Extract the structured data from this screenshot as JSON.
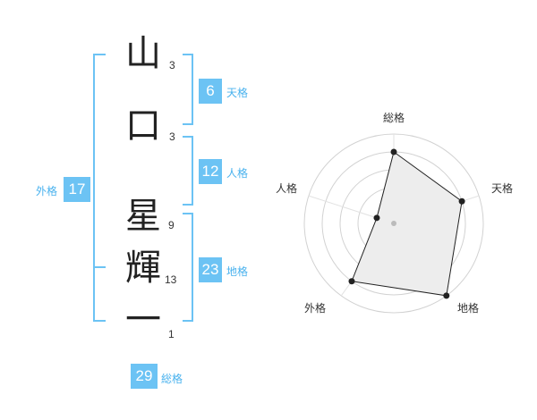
{
  "characters": [
    {
      "char": "山",
      "strokes": "3"
    },
    {
      "char": "口",
      "strokes": "3"
    },
    {
      "char": "星",
      "strokes": "9"
    },
    {
      "char": "輝",
      "strokes": "13"
    },
    {
      "char": "一",
      "strokes": "1"
    }
  ],
  "fortunes": {
    "tenkaku": {
      "value": "6",
      "label": "天格"
    },
    "jinkaku": {
      "value": "12",
      "label": "人格"
    },
    "chikaku": {
      "value": "23",
      "label": "地格"
    },
    "gaikaku": {
      "value": "17",
      "label": "外格"
    },
    "soukaku": {
      "value": "29",
      "label": "総格"
    }
  },
  "colors": {
    "accent": "#6cc3f4",
    "label": "#49b2ee"
  },
  "radar": {
    "axes": [
      "総格",
      "天格",
      "地格",
      "外格",
      "人格"
    ],
    "levels": 5,
    "max": 1,
    "values": [
      0.8,
      0.8,
      1.0,
      0.8,
      0.2
    ]
  }
}
